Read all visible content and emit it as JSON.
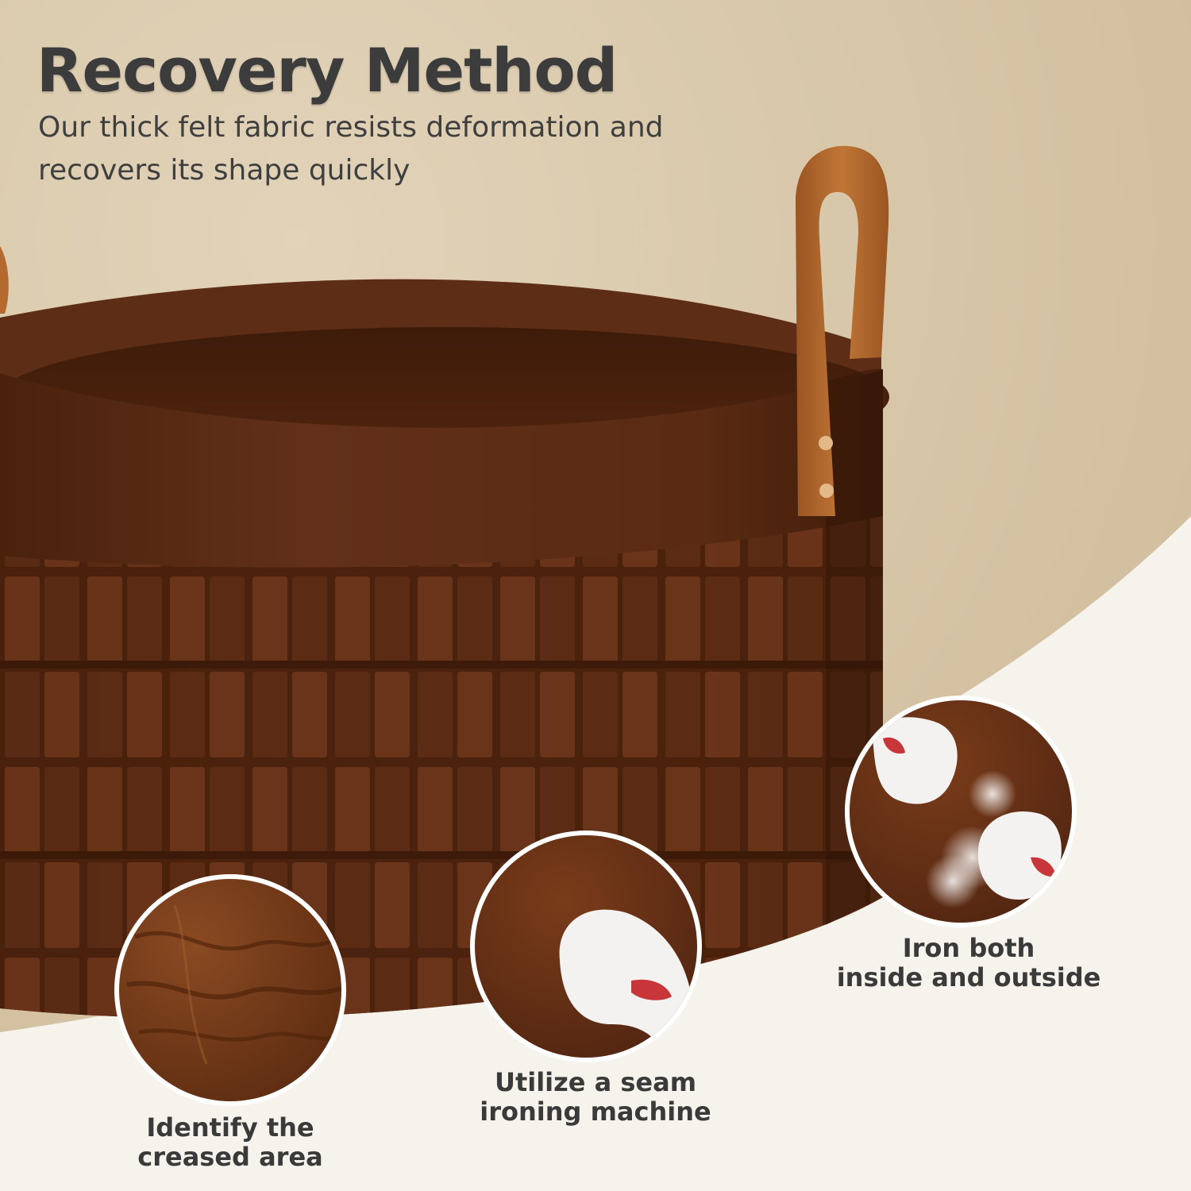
{
  "header": {
    "title": "Recovery Method",
    "subtitle": "Our thick felt fabric resists deformation and recovers its shape quickly"
  },
  "steps": [
    {
      "line1": "Identify the",
      "line2": "creased area"
    },
    {
      "line1": "Utilize a seam",
      "line2": "ironing machine"
    },
    {
      "line1": "Iron both",
      "line2": "inside and outside"
    }
  ],
  "colors": {
    "background": "#d8c7a9",
    "lower_background": "#f6f2ec",
    "basket_felt": "#5a2a10",
    "handle_leather": "#b46a2e",
    "steam_iron_tip": "#c8363a"
  },
  "icons": [
    "steam-iron-icon",
    "steam-icon",
    "rivet-icon"
  ]
}
